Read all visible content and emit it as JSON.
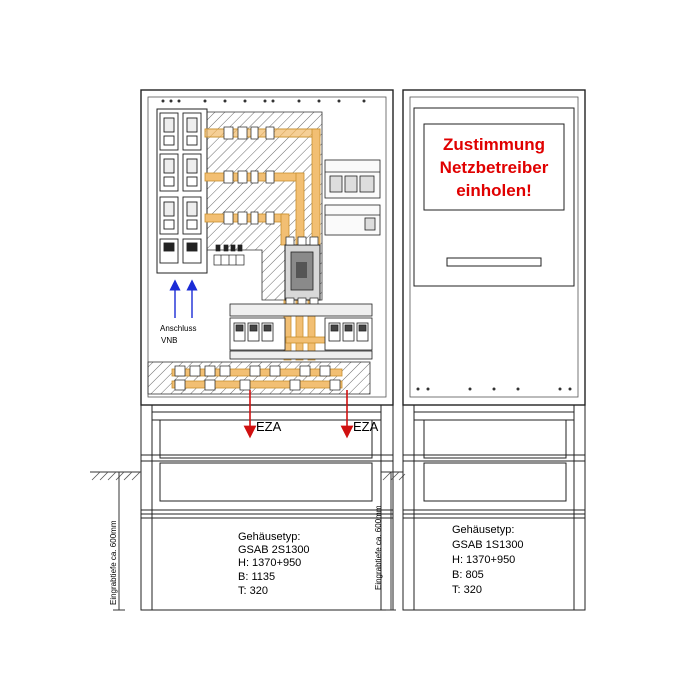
{
  "left_cabinet": {
    "arrow_label": "Anschluss",
    "arrow_label_2": "VNB",
    "outputs": [
      {
        "label": "EZA"
      },
      {
        "label": "EZA"
      }
    ],
    "depth_note": "Eingrabtiefe ca. 600mm",
    "housing": {
      "title": "Gehäusetyp:",
      "type": "GSAB 2S1300",
      "height": "H: 1370+950",
      "width": "B: 1135",
      "depth": "T: 320"
    }
  },
  "right_cabinet": {
    "warning_lines": [
      "Zustimmung",
      "Netzbetreiber",
      "einholen!"
    ],
    "depth_note": "Eingrabtiefe ca. 600mm",
    "housing": {
      "title": "Gehäusetyp:",
      "type": "GSAB 1S1300",
      "height": "H: 1370+950",
      "width": "B: 805",
      "depth": "T: 320"
    }
  },
  "colors": {
    "busbar": "#f2bf73",
    "busbar_stroke": "#c8902e",
    "warning_text": "#e00000",
    "arrow_blue": "#1a2bd6",
    "arrow_red": "#d01010",
    "line": "#222222"
  }
}
